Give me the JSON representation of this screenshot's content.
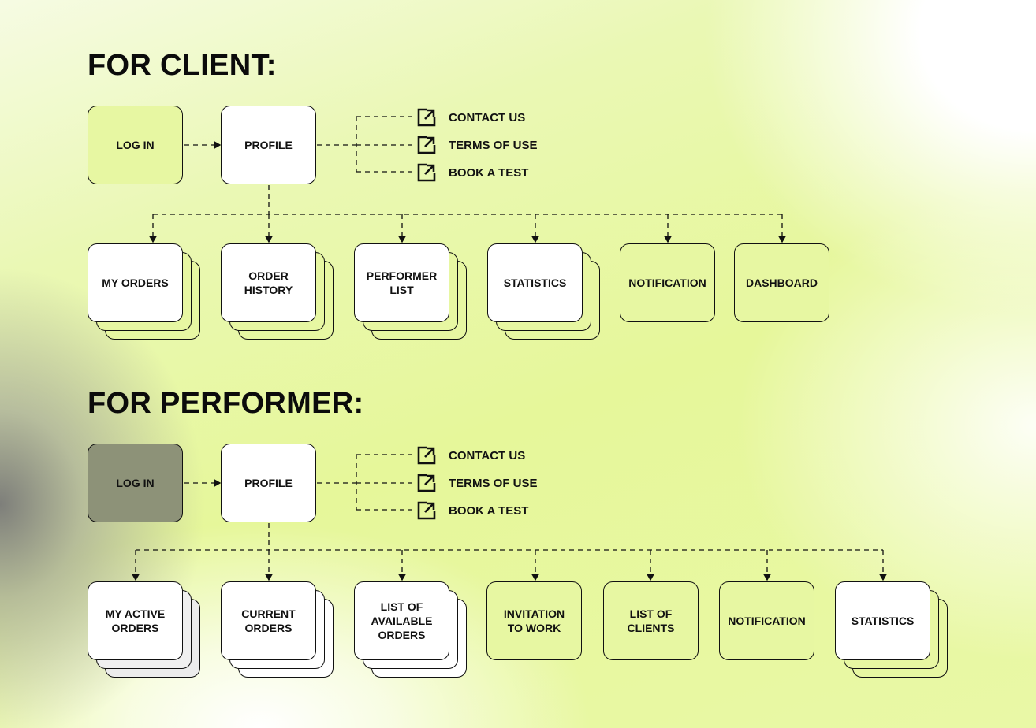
{
  "client": {
    "title": "FOR CLIENT:",
    "login": "LOG IN",
    "profile": "PROFILE",
    "links": [
      "CONTACT US",
      "TERMS OF USE",
      "BOOK A TEST"
    ],
    "children": [
      "MY ORDERS",
      "ORDER\nHISTORY",
      "PERFORMER\nLIST",
      "STATISTICS",
      "NOTIFICATION",
      "DASHBOARD"
    ]
  },
  "performer": {
    "title": "FOR PERFORMER:",
    "login": "LOG IN",
    "profile": "PROFILE",
    "links": [
      "CONTACT US",
      "TERMS OF USE",
      "BOOK A TEST"
    ],
    "children": [
      "MY ACTIVE\nORDERS",
      "CURRENT\nORDERS",
      "LIST OF\nAVAILABLE\nORDERS",
      "INVITATION\nTO WORK",
      "LIST OF\nCLIENTS",
      "NOTIFICATION",
      "STATISTICS"
    ]
  },
  "icons": {
    "link_icon": "external-link-icon"
  },
  "colors": {
    "accent_green": "#e7f7a2",
    "white": "#ffffff",
    "ink": "#111111"
  }
}
